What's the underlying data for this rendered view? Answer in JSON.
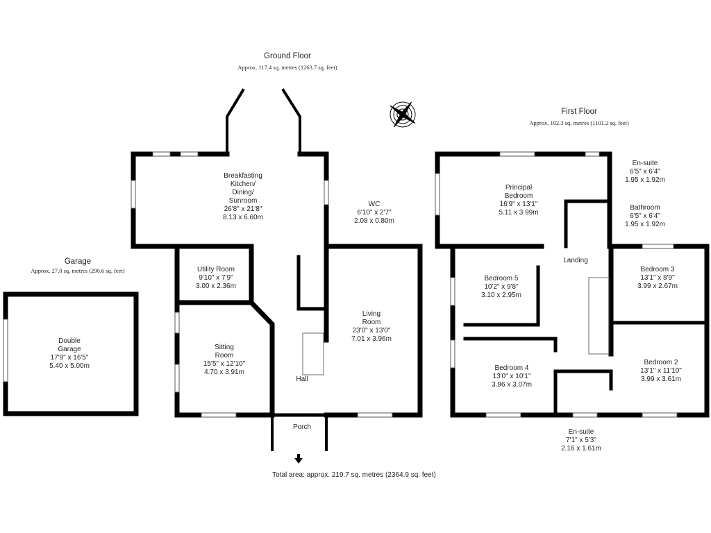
{
  "ground_floor": {
    "title": "Ground Floor",
    "area": "Approx. 117.4 sq. metres (1263.7 sq. feet)"
  },
  "first_floor": {
    "title": "First Floor",
    "area": "Approx. 102.3 sq. metres (1101.2 sq. feet)"
  },
  "garage_block": {
    "title": "Garage",
    "area": "Approx. 27.0 sq. metres (290.6 sq. feet)"
  },
  "total_area": "Total area: approx. 219.7 sq. metres (2364.9 sq. feet)",
  "rooms": {
    "kitchen": {
      "name": [
        "Breakfasting",
        "Kitchen/",
        "Dining/",
        "Sunroom"
      ],
      "imperial": "26'8\" x 21'8\"",
      "metric": "8.13 x 6.60m"
    },
    "wc": {
      "name": [
        "WC"
      ],
      "imperial": "6'10\" x 2'7\"",
      "metric": "2.08 x 0.80m"
    },
    "utility": {
      "name": [
        "Utility Room"
      ],
      "imperial": "9'10\" x 7'9\"",
      "metric": "3.00 x 2.36m"
    },
    "living": {
      "name": [
        "Living",
        "Room"
      ],
      "imperial": "23'0\" x 13'0\"",
      "metric": "7.01 x 3.96m"
    },
    "sitting": {
      "name": [
        "Sitting",
        "Room"
      ],
      "imperial": "15'5\" x 12'10\"",
      "metric": "4.70 x 3.91m"
    },
    "hall": {
      "name": [
        "Hall"
      ]
    },
    "porch": {
      "name": [
        "Porch"
      ]
    },
    "garage": {
      "name": [
        "Double",
        "Garage"
      ],
      "imperial": "17'9\" x 16'5\"",
      "metric": "5.40 x 5.00m"
    },
    "principal": {
      "name": [
        "Principal",
        "Bedroom"
      ],
      "imperial": "16'9\" x 13'1\"",
      "metric": "5.11 x 3.99m"
    },
    "ensuite1": {
      "name": [
        "En-suite"
      ],
      "imperial": "6'5\" x 6'4\"",
      "metric": "1.95 x 1.92m"
    },
    "bathroom": {
      "name": [
        "Bathroom"
      ],
      "imperial": "6'5\" x 6'4\"",
      "metric": "1.95 x 1.92m"
    },
    "landing": {
      "name": [
        "Landing"
      ]
    },
    "bedroom5": {
      "name": [
        "Bedroom 5"
      ],
      "imperial": "10'2\" x 9'8\"",
      "metric": "3.10 x 2.95m"
    },
    "bedroom3": {
      "name": [
        "Bedroom 3"
      ],
      "imperial": "13'1\" x 8'9\"",
      "metric": "3.99 x 2.67m"
    },
    "bedroom4": {
      "name": [
        "Bedroom 4"
      ],
      "imperial": "13'0\" x 10'1\"",
      "metric": "3.96 x 3.07m"
    },
    "bedroom2": {
      "name": [
        "Bedroom 2"
      ],
      "imperial": "13'1\" x 11'10\"",
      "metric": "3.99 x 3.61m"
    },
    "ensuite2": {
      "name": [
        "En-suite"
      ],
      "imperial": "7'1\" x 5'3\"",
      "metric": "2.16 x 1.61m"
    }
  }
}
